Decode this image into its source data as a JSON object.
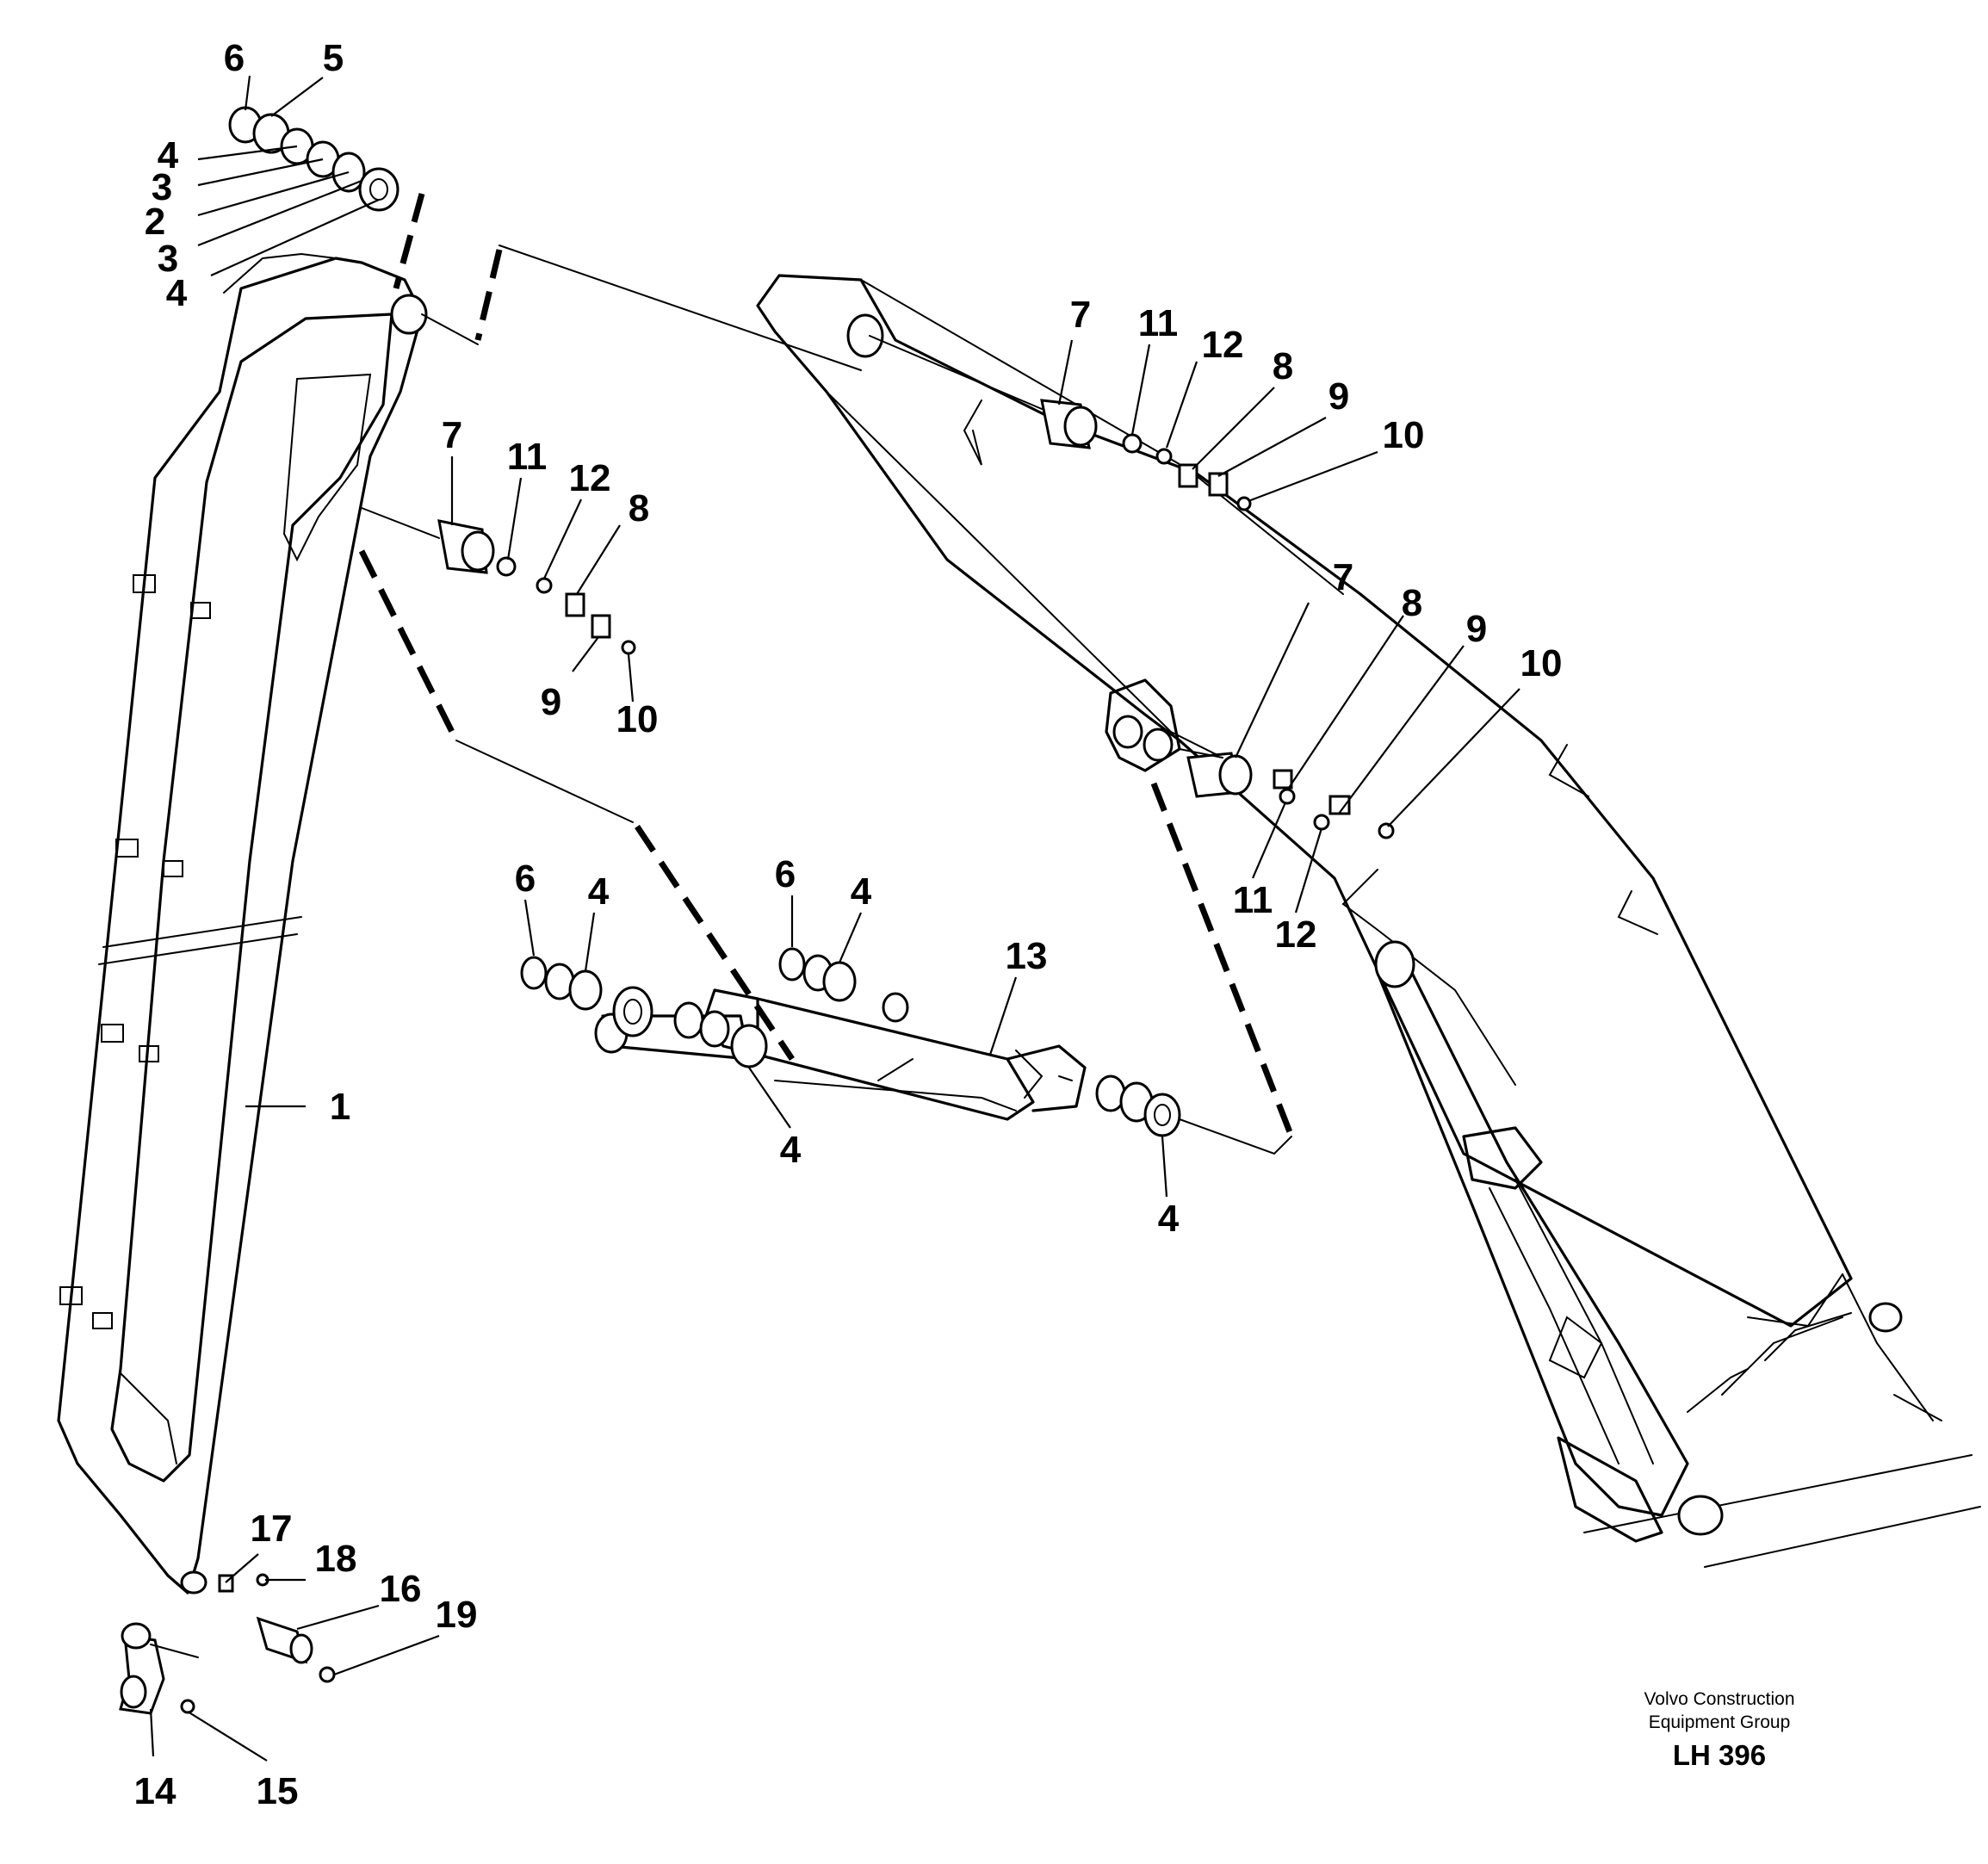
{
  "callouts": {
    "top": [
      "6",
      "5",
      "4",
      "3",
      "2",
      "3",
      "4"
    ],
    "left_pin": [
      "7",
      "11",
      "12",
      "8",
      "9",
      "10"
    ],
    "right_pin": [
      "7",
      "11",
      "12",
      "8",
      "9",
      "10"
    ],
    "mid_pin": [
      "7",
      "8",
      "9",
      "10",
      "11",
      "12"
    ],
    "cyl_left": [
      "6",
      "4",
      "4"
    ],
    "cyl_right": [
      "6",
      "4",
      "13",
      "4"
    ],
    "boom": [
      "1"
    ],
    "bottom": [
      "17",
      "18",
      "16",
      "19",
      "14",
      "15"
    ]
  },
  "footer": {
    "company_line1": "Volvo Construction",
    "company_line2": "Equipment Group",
    "code": "LH 396"
  }
}
